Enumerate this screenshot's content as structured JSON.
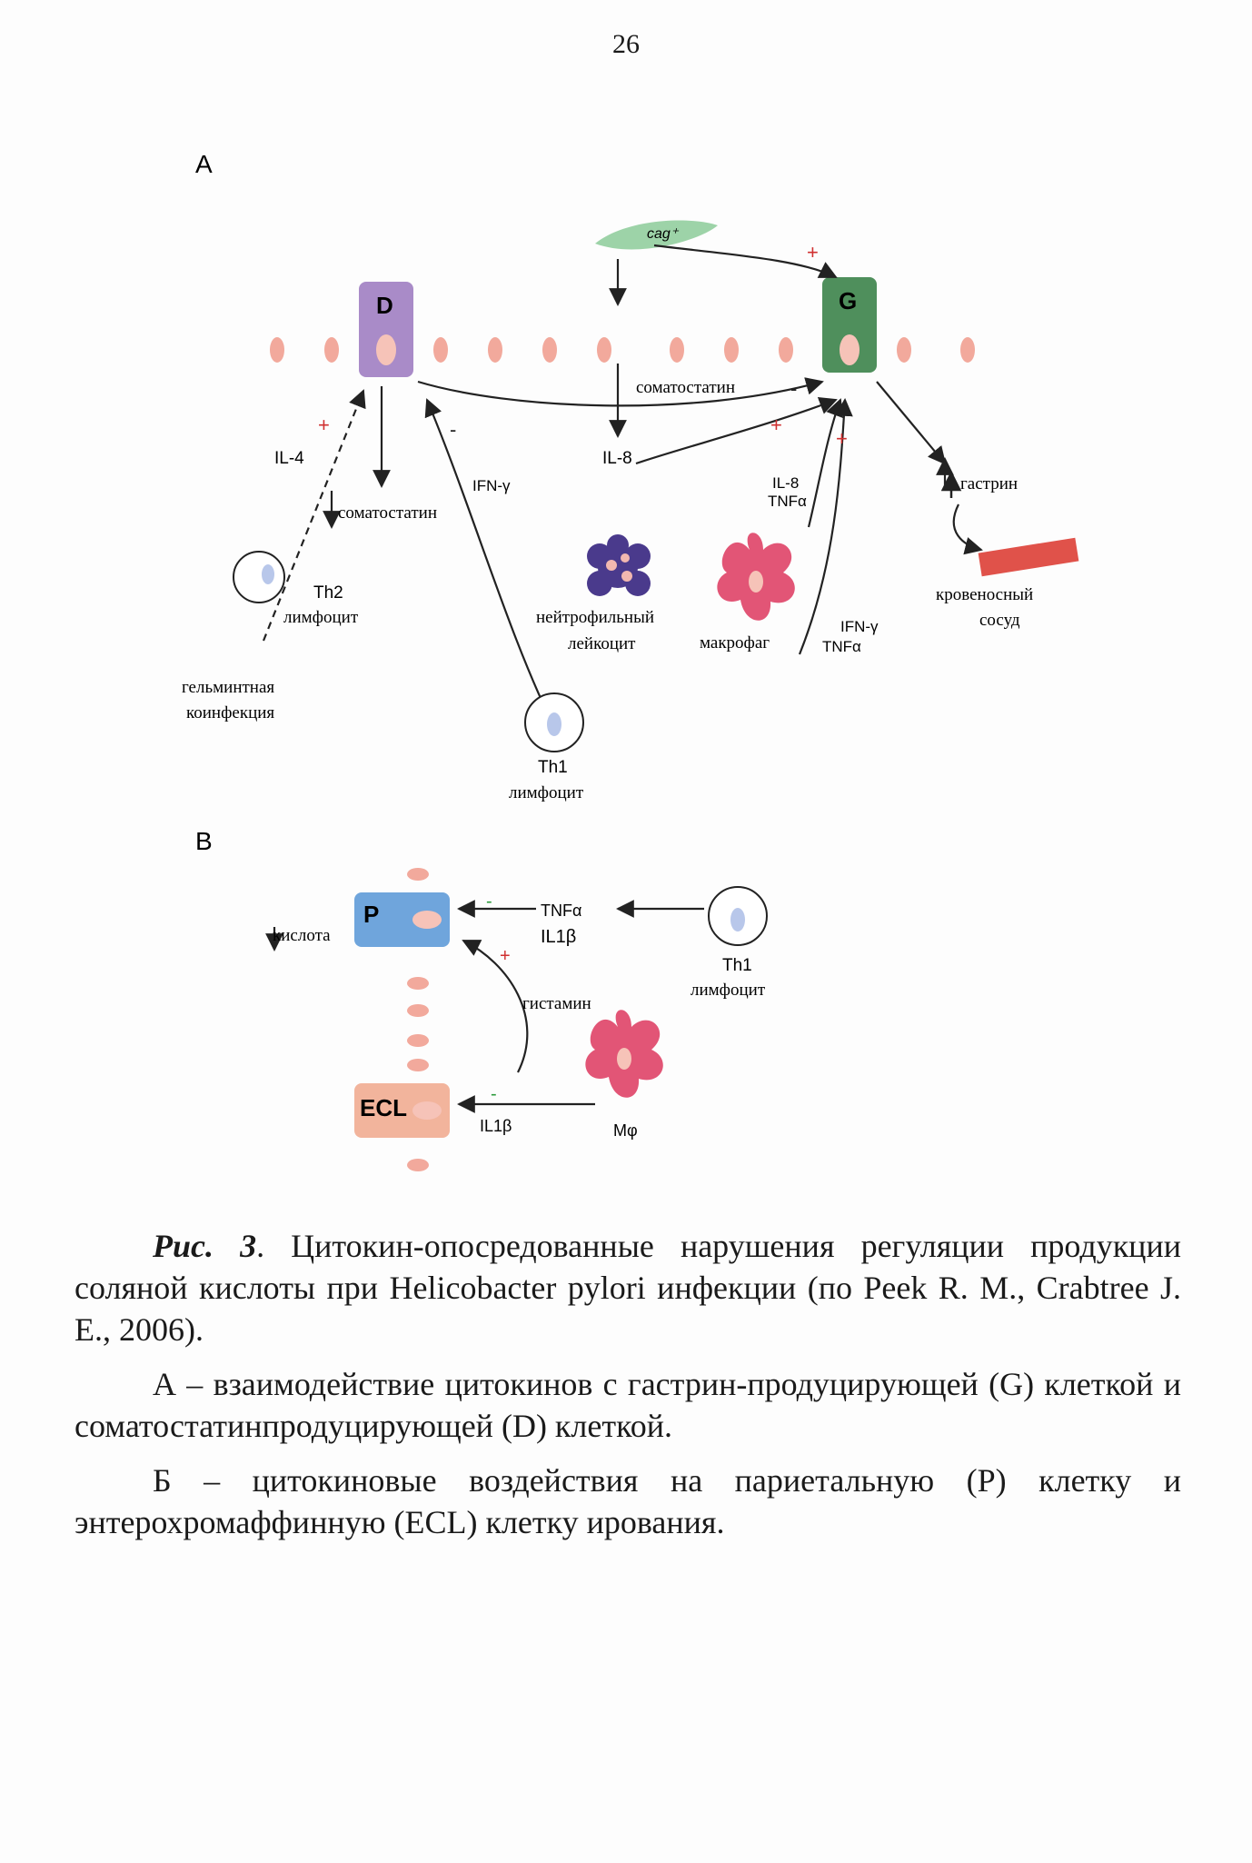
{
  "page": {
    "number": "26"
  },
  "diagram": {
    "panel_a": {
      "label": "А",
      "cells": {
        "d": "D",
        "g": "G",
        "cag": "cag⁺"
      },
      "labels": {
        "somatostatin_top": "соматостатин",
        "somatostatin_left": "соматостатин",
        "il8_center": "IL-8",
        "il8_right": "IL-8",
        "tnfa_right": "TNFα",
        "il4": "IL-4",
        "ifn_left": "IFN-γ",
        "ifn_right": "IFN-γ",
        "tnfa_bottom": "TNFα",
        "gastrin": "гастрин",
        "blood_vessel": [
          "кровеносный",
          "сосуд"
        ],
        "th2": [
          "Th2",
          "лимфоцит"
        ],
        "helminth": [
          "гельминтная",
          "коинфекция"
        ],
        "neutrophil": [
          "нейтрофильный",
          "лейкоцит"
        ],
        "macrophage": "макрофаг",
        "th1": [
          "Th1",
          "лимфоцит"
        ]
      },
      "signs": {
        "plus": "+",
        "minus": "-"
      }
    },
    "panel_b": {
      "label": "В",
      "cells": {
        "p": "P",
        "ecl": "ECL"
      },
      "labels": {
        "acid": "кислота",
        "tnfa": "TNFα",
        "il1b_top": "IL1β",
        "histamine": "гистамин",
        "il1b_bottom": "IL1β",
        "th1": [
          "Th1",
          "лимфоцит"
        ],
        "macrophage": "Mφ"
      }
    },
    "colors": {
      "d_cell": "#a98bc8",
      "g_cell": "#4f8f5c",
      "p_cell": "#6fa5dc",
      "ecl_cell": "#f2b49c",
      "dot": "#f2a99c",
      "neutrophil": "#4a3a8c",
      "macrophage": "#e25576",
      "vessel": "#e0524a",
      "cag": "#9dd3a8"
    }
  },
  "caption": {
    "figure_label": "Рис. 3",
    "figure_text": ". Цитокин-опосредованные нарушения регуляции продукции соляной кислоты при Helicobacter pylori инфекции (по Peek R. M., Crabtree J. E., 2006).",
    "para_a": "А – взаимодействие цитокинов с гастрин-продуцирующей (G) клеткой и соматостатинпродуцирующей (D) клеткой.",
    "para_b": "Б – цитокиновые воздействия на париетальную (Р) клетку и энтерохромаффинную (ECL) клетку ирования."
  }
}
